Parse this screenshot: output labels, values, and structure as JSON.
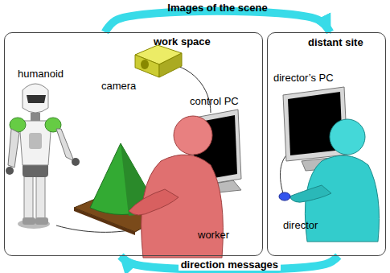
{
  "diagram": {
    "nodes": [
      {
        "text": [
          "work space"
        ]
      },
      {
        "text": [
          "distant site"
        ]
      }
    ],
    "edges": [
      {
        "from": 0,
        "to": 1,
        "arrow": "to",
        "label": "Images of the scene"
      },
      {
        "from": 1,
        "to": 0,
        "arrow": "to",
        "label": "direction messages"
      }
    ],
    "labels": [
      "humanoid",
      "camera",
      "control PC",
      "worker",
      "director’s PC",
      "director"
    ]
  }
}
